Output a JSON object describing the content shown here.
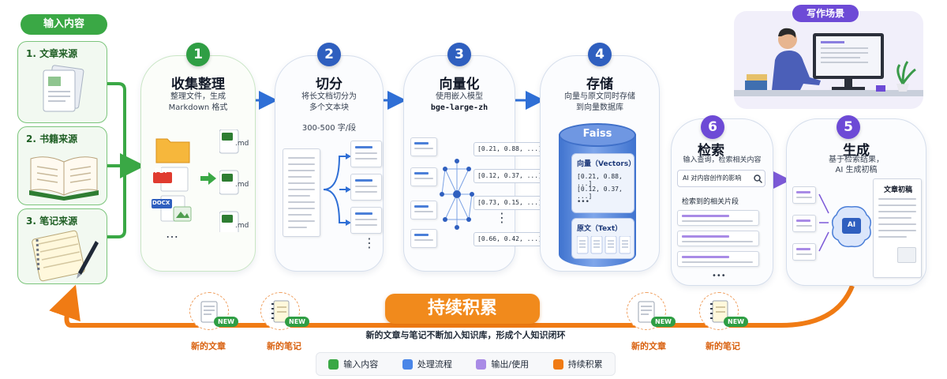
{
  "input": {
    "header": "输入内容",
    "sources": [
      {
        "title": "1. 文章来源"
      },
      {
        "title": "2. 书籍来源"
      },
      {
        "title": "3. 笔记来源"
      }
    ]
  },
  "steps": {
    "collect": {
      "num": "1",
      "title": "收集整理",
      "desc_line1": "整理文件，生成",
      "desc_line2": "Markdown 格式",
      "file_labels": [
        "PDF",
        "DOCX"
      ],
      "md_label": ".md",
      "ellipsis": "…"
    },
    "split": {
      "num": "2",
      "title": "切分",
      "desc_line1": "将长文档切分为",
      "desc_line2": "多个文本块",
      "chunk_size": "300-500 字/段",
      "ellipsis": "⋮"
    },
    "vectorize": {
      "num": "3",
      "title": "向量化",
      "desc_line1": "使用嵌入模型",
      "model": "bge-large-zh",
      "vectors": [
        "[0.21, 0.88, ...]",
        "[0.12, 0.37, ...]",
        "[0.73, 0.15, ...]",
        "[0.66, 0.42, ...]"
      ],
      "ellipsis": "⋮"
    },
    "store": {
      "num": "4",
      "title": "存储",
      "desc_line1": "向量与原文同时存储",
      "desc_line2": "到向量数据库",
      "db_name": "Faiss",
      "vectors_label": "向量（Vectors）",
      "vectors": [
        "[0.21, 0.88, ...]",
        "[0.12, 0.37, ...]"
      ],
      "ellipsis": "•••",
      "text_label": "原文（Text）"
    },
    "retrieve": {
      "num": "6",
      "title": "检索",
      "desc_line1": "输入查询，检索相关内容",
      "query": "AI 对内容创作的影响",
      "results_label": "检索到的相关片段",
      "ellipsis": "•••"
    },
    "generate": {
      "num": "5",
      "title": "生成",
      "desc_line1": "基于检索结果，",
      "desc_line2": "AI 生成初稿",
      "draft_label": "文章初稿",
      "ai_label": "AI"
    }
  },
  "scene": {
    "label": "写作场景"
  },
  "loop": {
    "banner": "持续积累",
    "subtitle": "新的文章与笔记不断加入知识库，形成个人知识闭环",
    "badge": "NEW",
    "items": [
      "新的文章",
      "新的笔记",
      "新的文章",
      "新的笔记"
    ]
  },
  "legend": [
    {
      "label": "输入内容",
      "color": "#3aa845"
    },
    {
      "label": "处理流程",
      "color": "#4a86e8"
    },
    {
      "label": "输出/使用",
      "color": "#a98be6"
    },
    {
      "label": "持续积累",
      "color": "#f07b14"
    }
  ],
  "colors": {
    "green": "#3aa845",
    "blue": "#2f6fd6",
    "purple": "#7d5ad8",
    "orange": "#f07b14"
  }
}
